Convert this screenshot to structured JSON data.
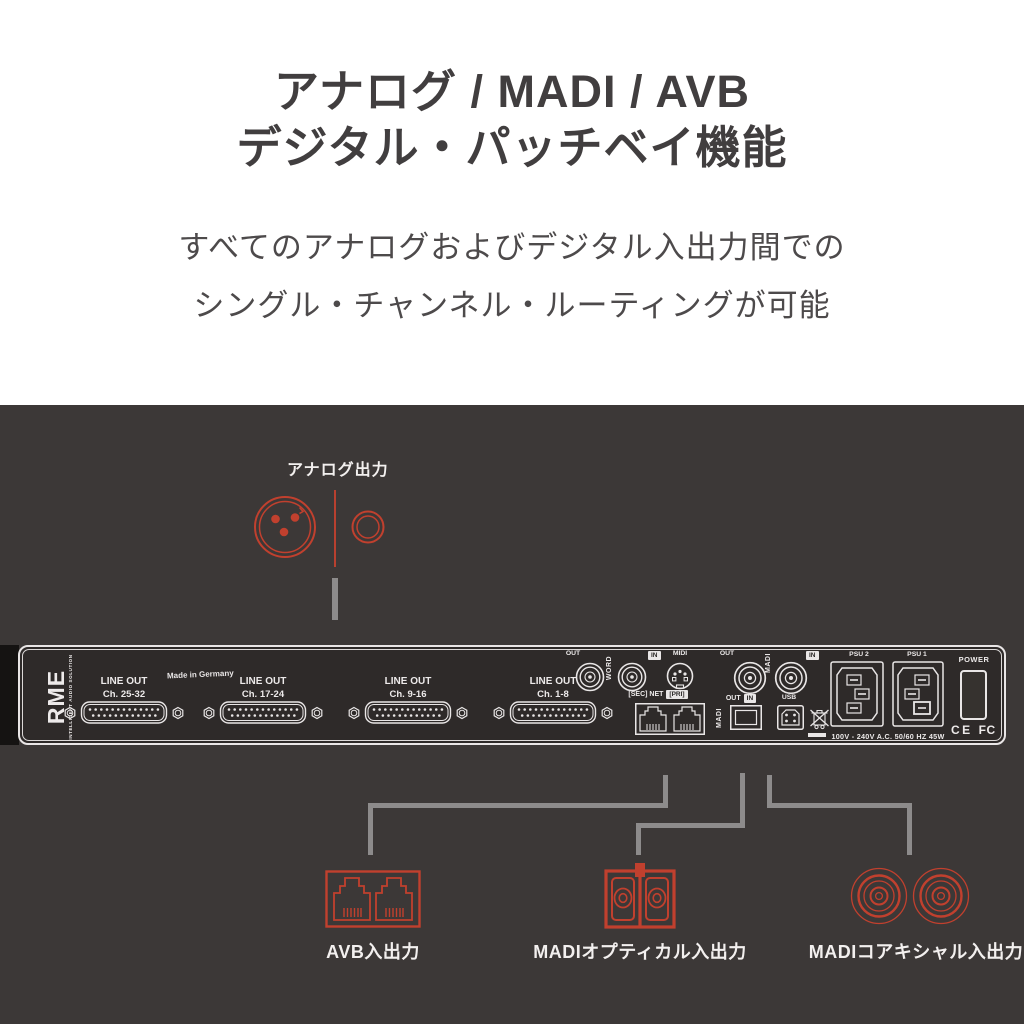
{
  "hero": {
    "title_line1": "アナログ / MADI / AVB",
    "title_line2": "デジタル・パッチベイ機能",
    "subtitle_line1": "すべてのアナログおよびデジタル入出力間での",
    "subtitle_line2": "シングル・チャンネル・ルーティングが可能"
  },
  "analog_callout": {
    "label": "アナログ出力"
  },
  "rack": {
    "brand": "RME",
    "brand_tagline": "INTELLIGENT AUDIO SOLUTION",
    "made_in": "Made in Germany",
    "line_outs": [
      {
        "label": "LINE OUT",
        "channels": "Ch. 25-32"
      },
      {
        "label": "LINE OUT",
        "channels": "Ch. 17-24"
      },
      {
        "label": "LINE OUT",
        "channels": "Ch. 9-16"
      },
      {
        "label": "LINE OUT",
        "channels": "Ch. 1-8"
      }
    ],
    "word_clock": {
      "out_label": "OUT",
      "name": "WORD",
      "in_label": "IN"
    },
    "midi_label": "MIDI",
    "net": {
      "sec_label": "[SEC] NET",
      "pri_label": "[PRI]"
    },
    "madi_coax": {
      "out_label": "OUT",
      "name": "MADI",
      "in_label": "IN"
    },
    "madi_optical": {
      "out_label": "OUT",
      "in_label": "IN",
      "name": "MADI"
    },
    "usb_label": "USB",
    "psu": {
      "psu2_label": "PSU 2",
      "psu1_label": "PSU 1"
    },
    "power_label": "POWER",
    "voltage_label": "100V - 240V A.C. 50/60 HZ 45W",
    "certifications": {
      "ce": "CE",
      "fcc": "FC"
    }
  },
  "callouts": {
    "avb": {
      "label": "AVB入出力"
    },
    "madi_optical": {
      "label": "MADIオプティカル入出力"
    },
    "madi_coax": {
      "label": "MADIコアキシャル入出力"
    }
  },
  "colors": {
    "accent_red": "#c1402e",
    "background_dark": "#3c3837",
    "panel_dark": "#2e2a29",
    "line_gray": "#8d8b8b",
    "panel_outline": "#e9e6e6",
    "title_text": "#413e3f",
    "subtitle_text": "#4d4a4b"
  }
}
